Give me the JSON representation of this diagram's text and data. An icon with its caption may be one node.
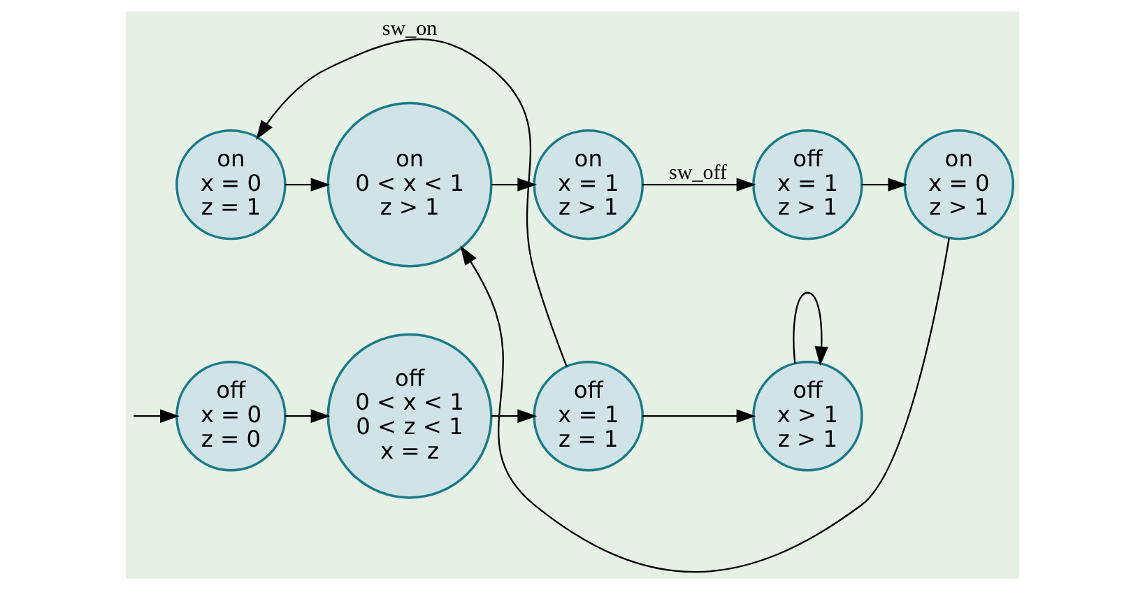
{
  "diagram": {
    "nodes": [
      {
        "text": [
          "off",
          "x = 0",
          "z = 0"
        ]
      },
      {
        "text": [
          "off",
          "0 < x < 1",
          "0 < z < 1",
          "x = z"
        ]
      },
      {
        "text": [
          "off",
          "x = 1",
          "z = 1"
        ]
      },
      {
        "text": [
          "off",
          "x > 1",
          "z > 1"
        ]
      },
      {
        "text": [
          "on",
          "x = 0",
          "z = 1"
        ]
      },
      {
        "text": [
          "on",
          "0 < x < 1",
          "z > 1"
        ]
      },
      {
        "text": [
          "on",
          "x = 1",
          "z > 1"
        ]
      },
      {
        "text": [
          "off",
          "x = 1",
          "z > 1"
        ]
      },
      {
        "text": [
          "on",
          "x = 0",
          "z > 1"
        ]
      }
    ],
    "edges": [
      {
        "from": null,
        "to": 0,
        "arrow": "to"
      },
      {
        "from": 0,
        "to": 1,
        "arrow": "to"
      },
      {
        "from": 1,
        "to": 2,
        "arrow": "to"
      },
      {
        "from": 2,
        "to": 3,
        "arrow": "to"
      },
      {
        "from": 3,
        "to": 3,
        "arrow": "to"
      },
      {
        "from": 2,
        "to": 4,
        "arrow": "to",
        "label": "sw_on"
      },
      {
        "from": 4,
        "to": 5,
        "arrow": "to"
      },
      {
        "from": 5,
        "to": 6,
        "arrow": "to"
      },
      {
        "from": 6,
        "to": 7,
        "arrow": "to",
        "label": "sw_off"
      },
      {
        "from": 7,
        "to": 8,
        "arrow": "to"
      },
      {
        "from": 8,
        "to": 5,
        "arrow": "to"
      }
    ]
  }
}
